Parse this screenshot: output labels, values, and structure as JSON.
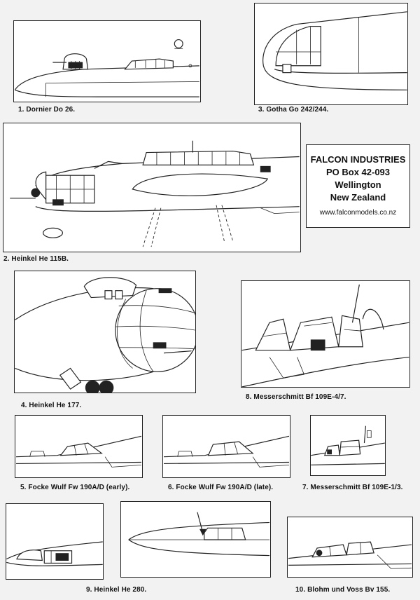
{
  "address": {
    "company": "FALCON INDUSTRIES",
    "po_box": "PO Box 42-093",
    "city": "Wellington",
    "country": "New Zealand",
    "website": "www.falconmodels.co.nz"
  },
  "captions": {
    "c1": "1.  Dornier Do 26.",
    "c2": "2.  Heinkel He 115B.",
    "c3": "3.  Gotha  Go 242/244.",
    "c4": "4.  Heinkel He 177.",
    "c5": "5.  Focke Wulf Fw 190A/D (early).",
    "c6": "6.  Focke Wulf Fw 190A/D (late).",
    "c7": "7.  Messerschmitt Bf 109E-1/3.",
    "c8": "8.  Messerschmitt Bf 109E-4/7.",
    "c9": "9.  Heinkel He 280.",
    "c10": "10. Blohm und Voss Bv 155."
  }
}
